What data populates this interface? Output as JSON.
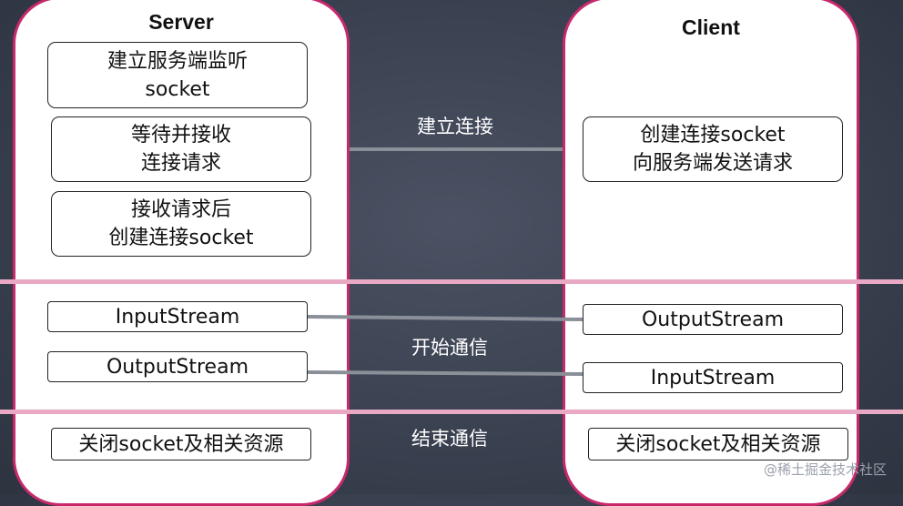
{
  "server": {
    "title": "Server",
    "setup": [
      {
        "line1": "建立服务端监听",
        "line2": "socket"
      },
      {
        "line1": "等待并接收",
        "line2": "连接请求"
      },
      {
        "line1": "接收请求后",
        "line2": "创建连接socket"
      }
    ],
    "input_stream": "InputStream",
    "output_stream": "OutputStream",
    "close": "关闭socket及相关资源"
  },
  "client": {
    "title": "Client",
    "setup": {
      "line1": "创建连接socket",
      "line2": "向服务端发送请求"
    },
    "output_stream": "OutputStream",
    "input_stream": "InputStream",
    "close": "关闭socket及相关资源"
  },
  "phases": {
    "connect": "建立连接",
    "communicate": "开始通信",
    "end": "结束通信"
  },
  "watermark": "@稀土掘金技术社区",
  "colors": {
    "panel_border": "#c8296b",
    "divider": "#e9a9c4",
    "connector": "#8a8f98",
    "background": "#3a4150"
  }
}
